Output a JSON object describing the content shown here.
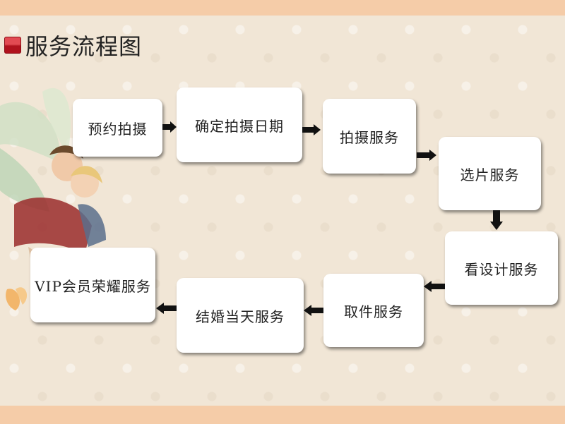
{
  "title": "服务流程图",
  "steps": [
    "预约拍摄",
    "确定拍摄日期",
    "拍摄服务",
    "选片服务",
    "看设计服务",
    "取件服务",
    "结婚当天服务",
    "VIP会员荣耀服务"
  ],
  "colors": {
    "marker": "#c8202b",
    "box": "#ffffff",
    "arrow": "#111111",
    "background": "#f1e6d6",
    "band": "#f5cca8"
  }
}
